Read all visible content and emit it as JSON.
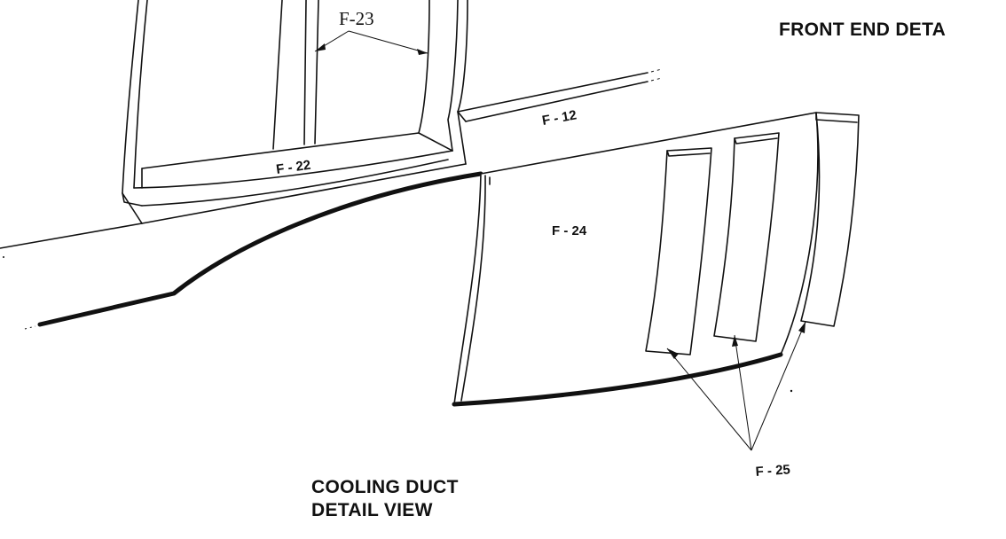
{
  "figure": {
    "title": "FRONT END DETA",
    "subtitle_line1": "COOLING DUCT",
    "subtitle_line2": "DETAIL VIEW"
  },
  "parts": {
    "f23": "F-23",
    "f12": "F - 12",
    "f22": "F - 22",
    "f24": "F - 24",
    "f25": "F - 25"
  },
  "colors": {
    "ink": "#111111",
    "paper": "#ffffff"
  }
}
